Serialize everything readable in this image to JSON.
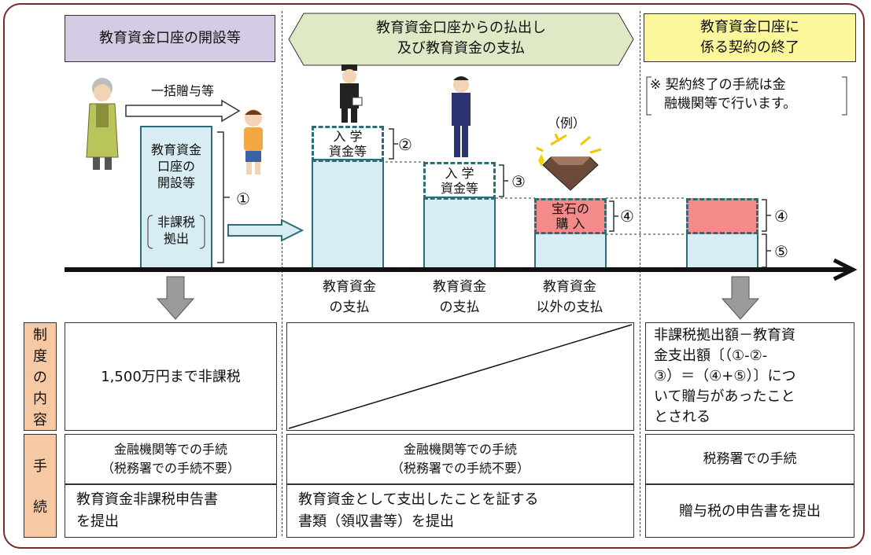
{
  "headers": {
    "col1": "教育資金口座の開設等",
    "col2_line1": "教育資金口座からの払出し",
    "col2_line2": "及び教育資金の支払",
    "col3_line1": "教育資金口座に",
    "col3_line2": "係る契約の終了"
  },
  "gift_arrow_label": "一括贈与等",
  "note_line1": "※ 契約終了の手続は金",
  "note_line2": "融機関等で行います。",
  "example_label": "（例）",
  "account_box": {
    "line1": "教育資金",
    "line2": "口座の",
    "line3": "開設等",
    "line4": "非課税",
    "line5": "拠出"
  },
  "entrance_fee": {
    "line1": "入 学",
    "line2": "資金等"
  },
  "jewel_purchase": {
    "line1": "宝石の",
    "line2": "購 入"
  },
  "markers": {
    "m1": "①",
    "m2": "②",
    "m3": "③",
    "m4": "④",
    "m4b": "④",
    "m5": "⑤"
  },
  "axis_labels": {
    "pay1_line1": "教育資金",
    "pay1_line2": "の支払",
    "pay2_line1": "教育資金",
    "pay2_line2": "の支払",
    "pay3_line1": "教育資金",
    "pay3_line2": "以外の支払"
  },
  "row_labels": {
    "system": [
      "制",
      "度",
      "の",
      "内",
      "容"
    ],
    "procedure": [
      "手",
      "続"
    ]
  },
  "system": {
    "col1": "1,500万円まで非課税",
    "col3_line1": "非課税拠出額－教育資",
    "col3_line2": "金支出額〔（①-②-",
    "col3_line3": "③）＝（④+⑤）〕につ",
    "col3_line4": "いて贈与があったこと",
    "col3_line5": "とされる"
  },
  "procedure": {
    "col1_top_line1": "金融機関等での手続",
    "col1_top_line2": "（税務署での手続不要）",
    "col1_bottom_line1": "教育資金非課税申告書",
    "col1_bottom_line2": "を提出",
    "col2_top_line1": "金融機関等での手続",
    "col2_top_line2": "（税務署での手続不要）",
    "col2_bottom_line1": "教育資金として支出したことを証する",
    "col2_bottom_line2": "書類（領収書等）を提出",
    "col3_top": "税務署での手続",
    "col3_bottom": "贈与税の申告書を提出"
  },
  "colors": {
    "header1_bg": "#d6cbe4",
    "header2_bg": "#dfe9c6",
    "header3_bg": "#fbf79a",
    "bar_fill": "#d8ecf3",
    "bar_border": "#2c6d7a",
    "red_fill": "#f48a8a",
    "label_bg": "#f6c9a4",
    "frame": "#7a2a2a"
  }
}
